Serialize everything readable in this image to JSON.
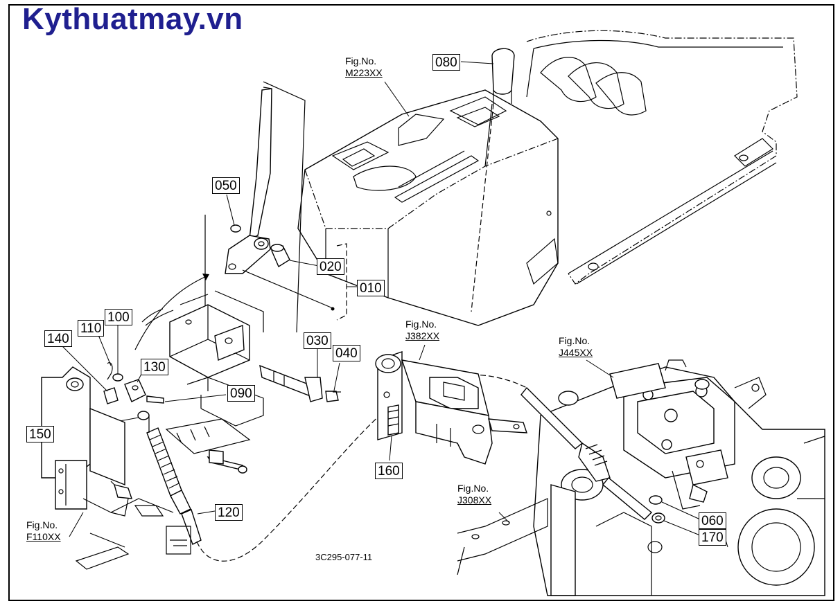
{
  "watermark": "Kythuatmay.vn",
  "drawing_code": "3C295-077-11",
  "callouts": {
    "p010": "010",
    "p020": "020",
    "p030": "030",
    "p040": "040",
    "p050": "050",
    "p060": "060",
    "p080": "080",
    "p090": "090",
    "p100": "100",
    "p110": "110",
    "p120": "120",
    "p130": "130",
    "p140": "140",
    "p150": "150",
    "p160": "160",
    "p170": "170"
  },
  "fig_refs": {
    "m223": {
      "label": "Fig.No.",
      "number": "M223XX"
    },
    "j382": {
      "label": "Fig.No.",
      "number": "J382XX"
    },
    "j445": {
      "label": "Fig.No.",
      "number": "J445XX"
    },
    "j308": {
      "label": "Fig.No.",
      "number": "J308XX"
    },
    "f110": {
      "label": "Fig.No.",
      "number": "F110XX"
    }
  },
  "colors": {
    "watermark": "#1f1f8f",
    "line": "#000000",
    "background": "#ffffff"
  }
}
